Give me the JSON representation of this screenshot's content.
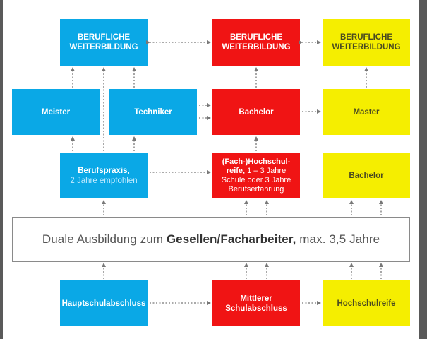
{
  "colors": {
    "blue": "#0aa8e6",
    "red": "#f01414",
    "yellow": "#f5ee00",
    "arrow": "#777777"
  },
  "top_row": {
    "blue": [
      "BERUFLICHE",
      "WEITERBILDUNG"
    ],
    "red": [
      "BERUFLICHE",
      "WEITERBILDUNG"
    ],
    "yellow": [
      "BERUFLICHE",
      "WEITERBILDUNG"
    ]
  },
  "second_row": {
    "meister": "Meister",
    "techniker": "Techniker",
    "bachelor": "Bachelor",
    "master": "Master"
  },
  "third_row": {
    "berufspraxis_title": "Berufspraxis,",
    "berufspraxis_note": "2 Jahre empfohlen",
    "hochschulreife_title_1": "(Fach-)Hochschul-",
    "hochschulreife_title_2": "reife,",
    "hochschulreife_detail_1": " 1 – 3 Jahre",
    "hochschulreife_detail_2": "Schule oder 3 Jahre",
    "hochschulreife_detail_3": "Berufserfahrung",
    "bachelor": "Bachelor"
  },
  "middle": {
    "prefix": "Duale Ausbildung zum ",
    "bold": "Gesellen/Facharbeiter,",
    "suffix": " max. 3,5 Jahre"
  },
  "bottom_row": {
    "hauptschule": "Hauptschulabschluss",
    "mittlerer": [
      "Mittlerer",
      "Schulabschluss"
    ],
    "hochschulreife": "Hochschulreife"
  }
}
